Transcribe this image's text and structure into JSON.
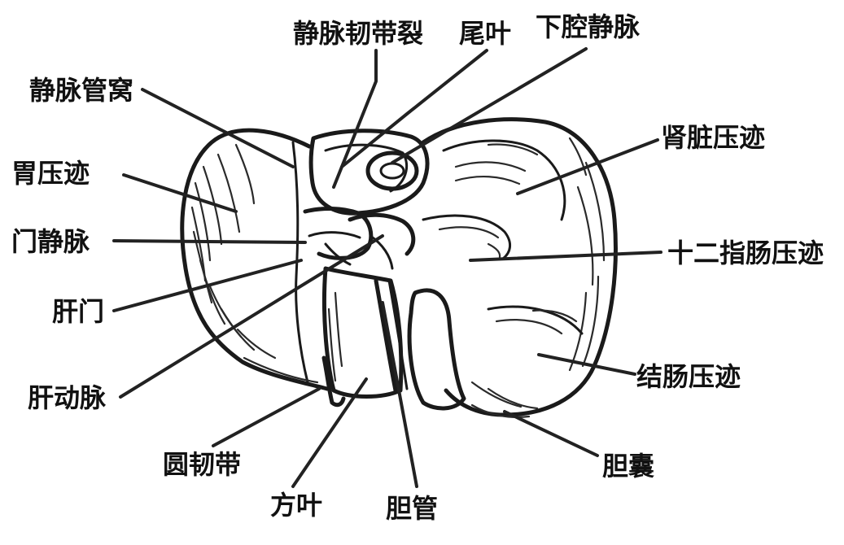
{
  "labels": {
    "ligamentum_venosum_fissure": "静脉韧带裂",
    "caudate_lobe": "尾叶",
    "inferior_vena_cava": "下腔静脉",
    "fossa_ductus_venosi": "静脉管窝",
    "renal_impression": "肾脏压迹",
    "gastric_impression": "胃压迹",
    "portal_vein": "门静脉",
    "duodenal_impression": "十二指肠压迹",
    "porta_hepatis": "肝门",
    "colic_impression": "结肠压迹",
    "hepatic_artery": "肝动脉",
    "round_ligament": "圆韧带",
    "gallbladder": "胆囊",
    "quadrate_lobe": "方叶",
    "bile_duct": "胆管"
  }
}
